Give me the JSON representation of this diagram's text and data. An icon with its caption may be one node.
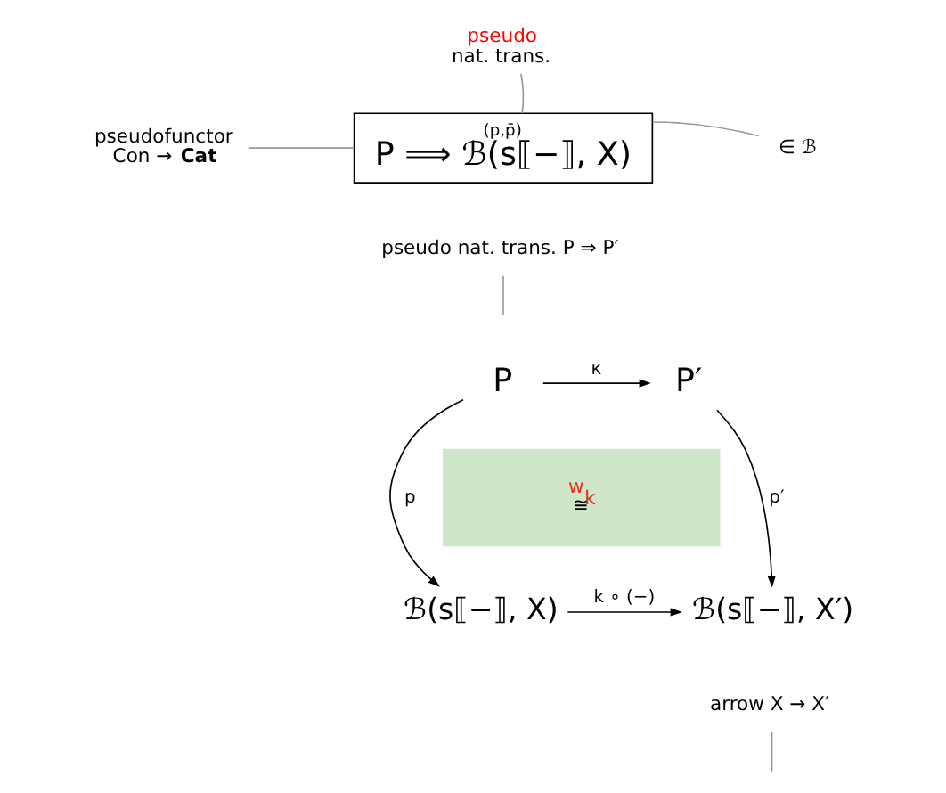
{
  "diagram": {
    "nodes": [
      {
        "text": [
          "pseudo",
          "nat. trans."
        ]
      },
      {
        "text": [
          "pseudofunctor",
          "Con → **Cat**"
        ]
      },
      {
        "text": [
          "(p,p̄)",
          "P ⟹ ℬ(s⟦−⟧, X)"
        ]
      },
      {
        "text": [
          "∈ ℬ"
        ]
      },
      {
        "text": [
          "pseudo nat. trans. P ⇒ P′"
        ]
      },
      {
        "text": [
          "P"
        ]
      },
      {
        "text": [
          "P′"
        ]
      },
      {
        "text": [
          "w$_{k}$",
          "≅"
        ]
      },
      {
        "text": [
          "ℬ(s⟦−⟧, X)"
        ]
      },
      {
        "text": [
          "ℬ(s⟦−⟧, X′)"
        ]
      },
      {
        "text": [
          "arrow X → X′"
        ]
      }
    ],
    "edges": [
      {
        "from": 0,
        "to": 2,
        "arrow": "none",
        "color": "#999999"
      },
      {
        "from": 1,
        "to": 2,
        "arrow": "none",
        "color": "#999999"
      },
      {
        "from": 3,
        "to": 2,
        "arrow": "none",
        "color": "#999999"
      },
      {
        "from": 4,
        "to": null,
        "arrow": "none",
        "color": "#999999"
      },
      {
        "from": 5,
        "to": 6,
        "arrow": "to",
        "label": "κ",
        "color": "#000000"
      },
      {
        "from": 5,
        "to": 8,
        "arrow": "to",
        "label": "p",
        "color": "#000000"
      },
      {
        "from": 6,
        "to": 9,
        "arrow": "to",
        "label": "p′",
        "color": "#000000"
      },
      {
        "from": 8,
        "to": 9,
        "arrow": "to",
        "label": "k ∘ (−)",
        "color": "#000000"
      },
      {
        "from": 10,
        "to": null,
        "arrow": "none",
        "color": "#999999"
      }
    ]
  }
}
